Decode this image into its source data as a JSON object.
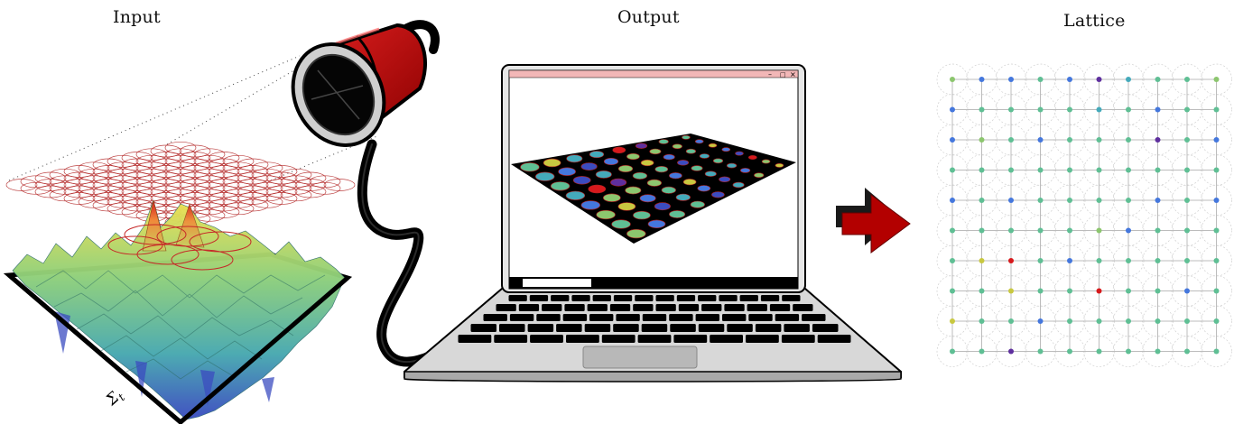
{
  "titles": {
    "input": "Input",
    "output": "Output",
    "lattice": "Lattice"
  },
  "input_panel": {
    "surface_label": "Σ",
    "surface_subscript": "t"
  },
  "output_panel": {
    "window_controls": [
      "–",
      "□",
      "×"
    ]
  },
  "colors": {
    "camera_red": "#c00d0d",
    "arrow_red": "#b30000",
    "circle_outline": "#b22222",
    "window_titlebar": "#f2b7b7",
    "palette": [
      "#3b4cc0",
      "#4477dd",
      "#44aabb",
      "#5fbf94",
      "#8cc66e",
      "#c8c840",
      "#e07a3a",
      "#d7191c",
      "#5e2f9e"
    ]
  },
  "lattice": {
    "rows": 10,
    "cols": 10,
    "grid": [
      [
        4,
        1,
        1,
        3,
        1,
        8,
        2,
        3,
        3,
        4
      ],
      [
        1,
        3,
        3,
        3,
        3,
        2,
        3,
        1,
        3,
        3
      ],
      [
        1,
        4,
        3,
        1,
        3,
        3,
        3,
        8,
        3,
        1
      ],
      [
        3,
        3,
        3,
        3,
        3,
        3,
        3,
        3,
        3,
        3
      ],
      [
        1,
        3,
        1,
        3,
        3,
        3,
        3,
        1,
        3,
        1
      ],
      [
        3,
        3,
        3,
        3,
        3,
        4,
        1,
        3,
        3,
        3
      ],
      [
        3,
        5,
        7,
        3,
        1,
        3,
        3,
        3,
        3,
        3
      ],
      [
        3,
        3,
        5,
        3,
        3,
        7,
        3,
        3,
        1,
        3
      ],
      [
        5,
        3,
        3,
        1,
        3,
        3,
        3,
        3,
        3,
        3
      ],
      [
        3,
        3,
        8,
        3,
        3,
        3,
        3,
        3,
        3,
        3
      ]
    ]
  }
}
